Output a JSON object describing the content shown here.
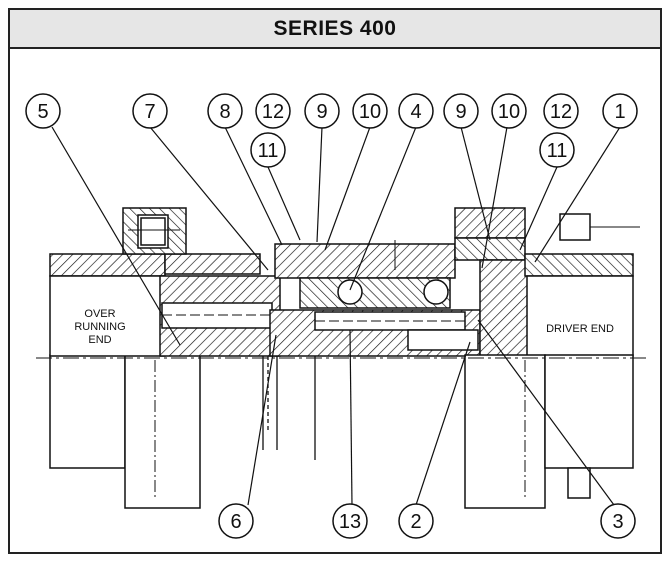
{
  "title": "SERIES 400",
  "labels": {
    "over_running_end": [
      "OVER",
      "RUNNING",
      "END"
    ],
    "driver_end": "DRIVER END"
  },
  "callouts": [
    "5",
    "7",
    "8",
    "12",
    "9",
    "10",
    "4",
    "9",
    "10",
    "12",
    "1",
    "11",
    "11",
    "6",
    "13",
    "2",
    "3"
  ],
  "colors": {
    "line": "#111111",
    "header_bg": "#e6e6e6",
    "background": "#ffffff"
  }
}
